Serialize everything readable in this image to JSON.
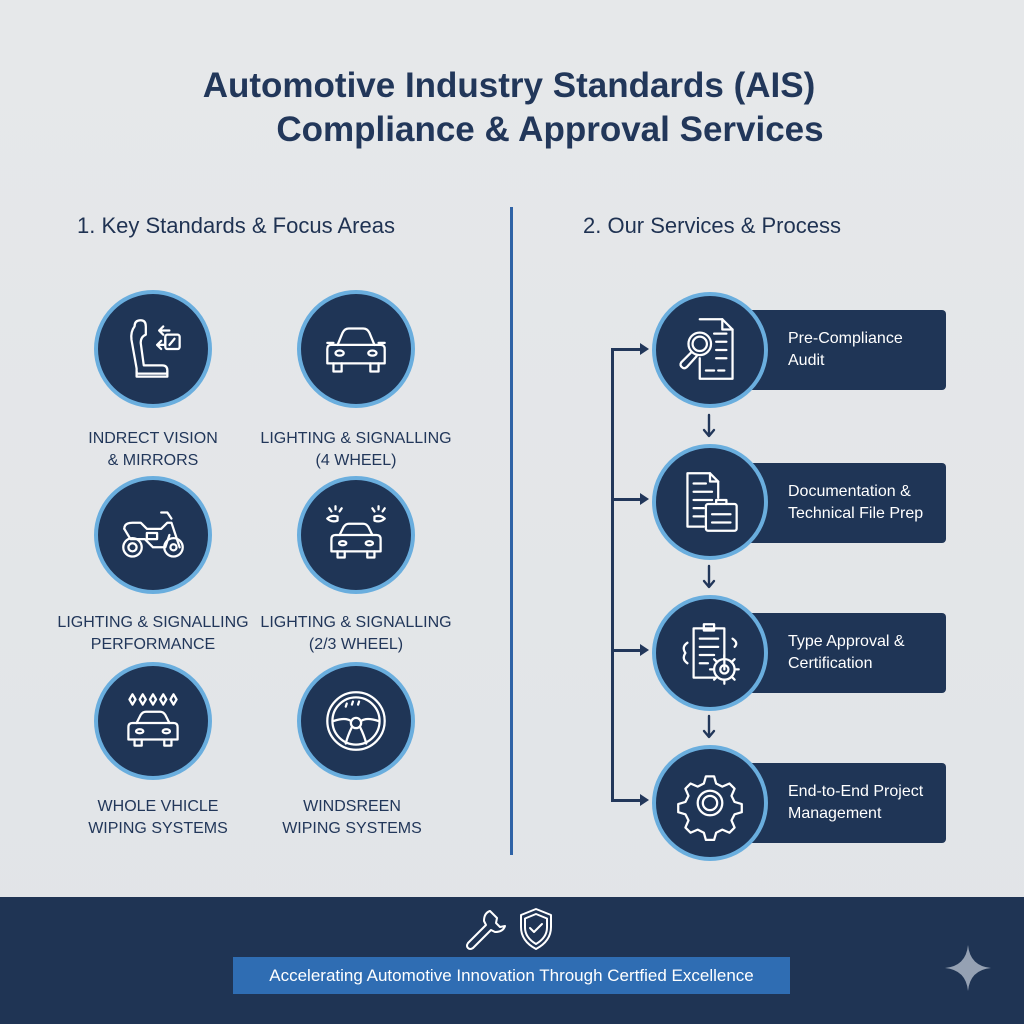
{
  "title": {
    "line1": "Automotive Industry Standards (AIS)",
    "line2": "Compliance & Approval Services"
  },
  "sections": {
    "left_heading": "1. Key Standards & Focus Areas",
    "right_heading": "2. Our Services & Process"
  },
  "standards": [
    {
      "icon": "seat-mirror-icon",
      "line1": "INDRECT VISION",
      "line2": "& MIRRORS"
    },
    {
      "icon": "car-front-icon",
      "line1": "LIGHTING & SIGNALLING",
      "line2": "(4 WHEEL)"
    },
    {
      "icon": "motorcycle-icon",
      "line1": "LIGHTING & SIGNALLING",
      "line2": "PERFORMANCE"
    },
    {
      "icon": "car-lights-icon",
      "line1": "LIGHTING & SIGNALLING",
      "line2": "(2/3 WHEEL)"
    },
    {
      "icon": "car-water-drops-icon",
      "line1": "WHOLE VHICLE",
      "line2": "WIPING SYSTEMS"
    },
    {
      "icon": "steering-wheel-icon",
      "line1": "WINDSREEN",
      "line2": "WIPING SYSTEMS"
    }
  ],
  "services": [
    {
      "icon": "document-search-icon",
      "line1": "Pre-Compliance",
      "line2": "Audit"
    },
    {
      "icon": "documents-briefcase-icon",
      "line1": "Documentation &",
      "line2": "Technical File Prep"
    },
    {
      "icon": "clipboard-gear-icon",
      "line1": "Type Approval &",
      "line2": "Certification"
    },
    {
      "icon": "gear-icon",
      "line1": "End-to-End Project",
      "line2": "Management"
    }
  ],
  "footer": {
    "icons": [
      "wrench-icon",
      "shield-check-icon"
    ],
    "tagline": "Accelerating Automotive Innovation Through Certfied Excellence",
    "corner_icon": "sparkle-icon"
  },
  "colors": {
    "background": "#e3e6e9",
    "navy": "#1f3556",
    "circle_ring": "#6aaede",
    "divider": "#2f63a6",
    "tagline_bg": "#2f6db3",
    "footer_bg": "#1f3454"
  }
}
